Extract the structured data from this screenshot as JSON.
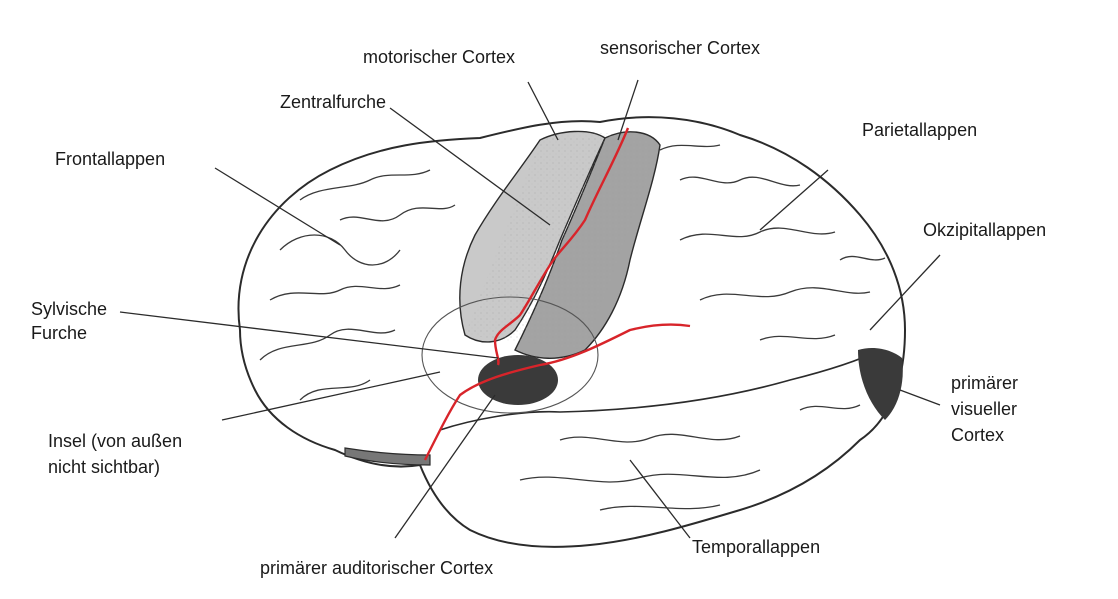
{
  "labels": {
    "motor": "motorischer Cortex",
    "sensory": "sensorischer Cortex",
    "central": "Zentralfurche",
    "parietal": "Parietallappen",
    "frontal": "Frontallappen",
    "occipital": "Okzipitallappen",
    "sylvian": [
      "Sylvische",
      "Furche"
    ],
    "insula": [
      "Insel (von außen",
      "nicht sichtbar)"
    ],
    "visual": [
      "primärer",
      "visueller",
      "Cortex"
    ],
    "auditory": "primärer auditorischer Cortex",
    "temporal": "Temporallappen"
  },
  "colors": {
    "sulcus_highlight": "#d8242a",
    "motor_cortex": "#c9c9c9",
    "sensory_cortex": "#a3a3a3",
    "primary_area": "#3a3a3a",
    "outline": "#2b2b2b"
  }
}
